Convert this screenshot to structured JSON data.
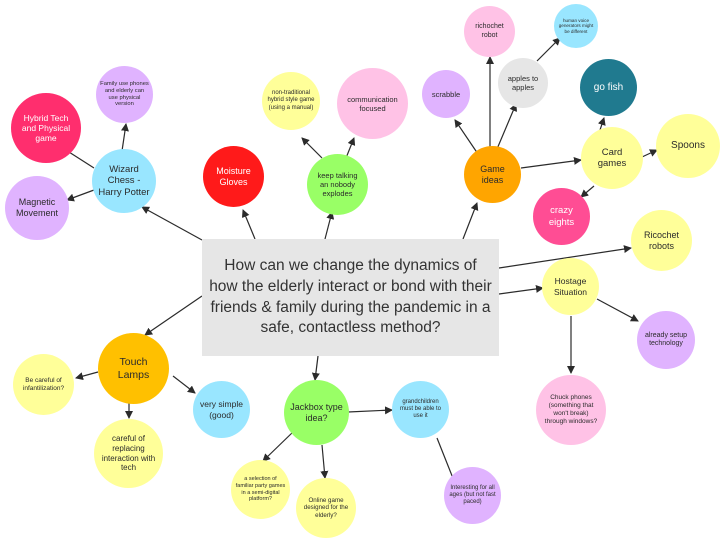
{
  "colors": {
    "central_bg": "#e6e6e6",
    "yellow_light": "#ffff99",
    "yellow_orange": "#ffc000",
    "orange": "#ffa500",
    "purple": "#e0b3ff",
    "cyan": "#99e6ff",
    "red": "#ff1a1a",
    "pink": "#ff4d94",
    "magenta": "#ff2e6e",
    "light_pink": "#ffc2e6",
    "green": "#99ff66",
    "teal": "#207a8f",
    "gray": "#e6e6e6",
    "edge": "#2b2b2b"
  },
  "central": {
    "text": "How can we change the dynamics of how the elderly interact or bond with their friends & family during the pandemic in a safe, contactless method?"
  },
  "nodes": {
    "hybrid_tech": "Hybrid Tech and Physical game",
    "family_phones": "Family use phones and elderly can use physical version",
    "wizard_chess": "Wizard Chess - Harry Potter",
    "magnetic": "Magnetic Movement",
    "moisture": "Moisture Gloves",
    "nontraditional": "non-traditional hybrid style game (using a manual)",
    "keep_talking": "keep talking an nobody explodes",
    "communication": "communication focused",
    "ricochet_robot": "richochet robot",
    "scrabble": "scrabble",
    "apples": "apples to apples",
    "human_voice": "human voice generators might be different",
    "go_fish": "go fish",
    "game_ideas": "Game ideas",
    "card_games": "Card games",
    "spoons": "Spoons",
    "crazy_eights": "crazy eights",
    "ricochet_robots": "Ricochet robots",
    "hostage": "Hostage Situation",
    "setup_tech": "already setup technology",
    "chuck_phones": "Chuck phones (something that won't break) through windows?",
    "touch_lamps": "Touch Lamps",
    "infantilization": "Be careful of infantilization?",
    "careful_replacing": "careful of replacing interaction with tech",
    "very_simple": "very simple (good)",
    "jackbox": "Jackbox type idea?",
    "grandchildren": "grandchildren must be able to use it",
    "party_games": "a selection of familiar party games in a semi-digital platform?",
    "online_game": "Online game designed for the elderly?",
    "interesting": "Interesting for all ages (but not fast paced)"
  }
}
